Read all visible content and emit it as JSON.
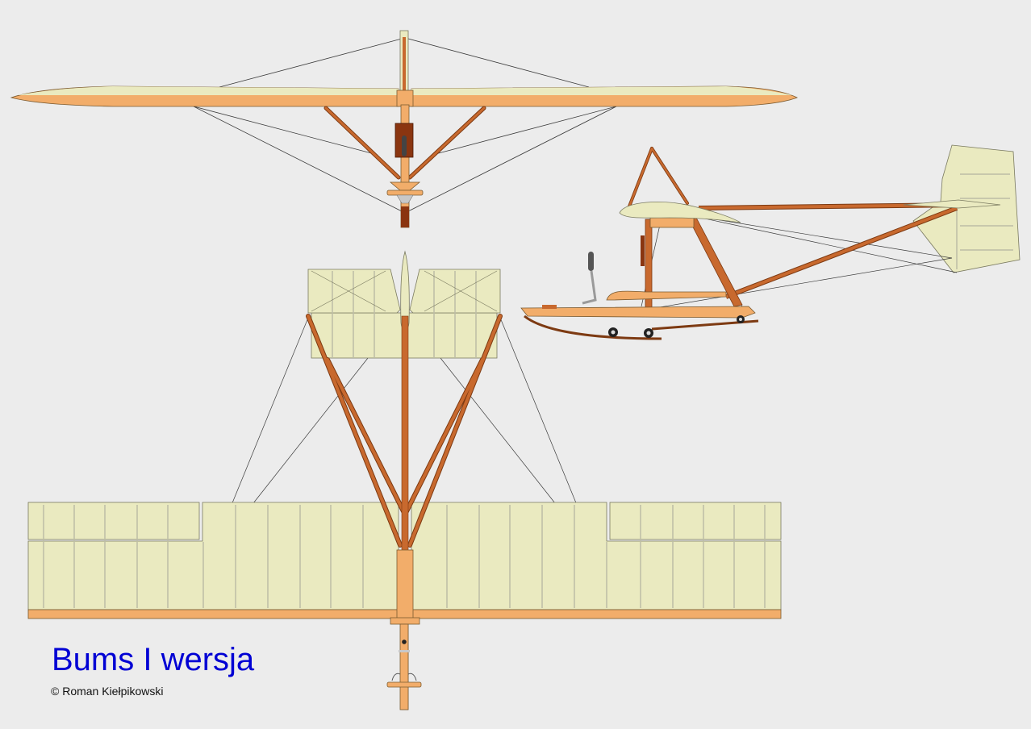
{
  "caption": {
    "title": "Bums I wersja",
    "credit": "© Roman Kiełpikowski"
  },
  "colors": {
    "background": "#ececec",
    "fabric": "#eaeac0",
    "fabric_outline": "#7a7a60",
    "rib": "#bdbda6",
    "spar": "#f2ad6a",
    "strut": "#c8692e",
    "strut_outline": "#7d3a12",
    "seat": "#8a3510",
    "wire": "#3c3c3c",
    "metal": "#c8c8c8",
    "stick": "#555555",
    "title": "#0000d4"
  },
  "views": {
    "front": "front-view",
    "side": "side-view",
    "top": "top-view"
  }
}
